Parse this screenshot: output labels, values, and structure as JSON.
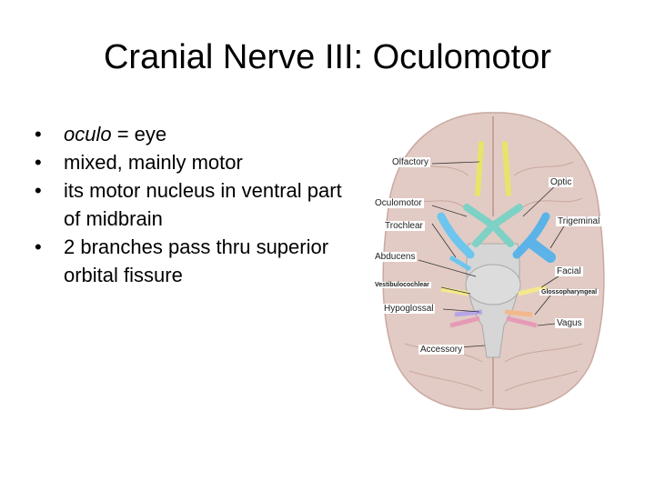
{
  "slide": {
    "title": "Cranial Nerve III: Oculomotor",
    "bullets": [
      {
        "italic": "oculo",
        "text": " = eye"
      },
      {
        "italic": "",
        "text": "mixed, mainly motor"
      },
      {
        "italic": "",
        "text": "its motor nucleus in ventral part of midbrain"
      },
      {
        "italic": "",
        "text": "2 branches pass thru superior orbital fissure"
      }
    ],
    "bullet_glyph": "•"
  },
  "figure": {
    "labels": {
      "olfactory": "Olfactory",
      "optic": "Optic",
      "oculomotor": "Oculomotor",
      "trochlear": "Trochlear",
      "trigeminal": "Trigeminal",
      "abducens": "Abducens",
      "facial": "Facial",
      "vestibulocochlear": "Vestibulocochlear",
      "glossopharyngeal": "Glossopharyngeal",
      "hypoglossal": "Hypoglossal",
      "vagus": "Vagus",
      "accessory": "Accessory"
    },
    "colors": {
      "brain": "#e2cbc4",
      "stem": "#d6d6d6",
      "olfactory_nerve": "#e8e46a",
      "optic_nerve": "#7ed1c5",
      "oculomotor_nerve": "#6cc6ee",
      "trigeminal_nerve": "#5bb3e8",
      "facial_nerve": "#f3e98a",
      "glossopharyngeal_nerve": "#f3b88a",
      "hypoglossal_nerve": "#b7a5e6",
      "vagus_nerve": "#e69ab6"
    }
  }
}
